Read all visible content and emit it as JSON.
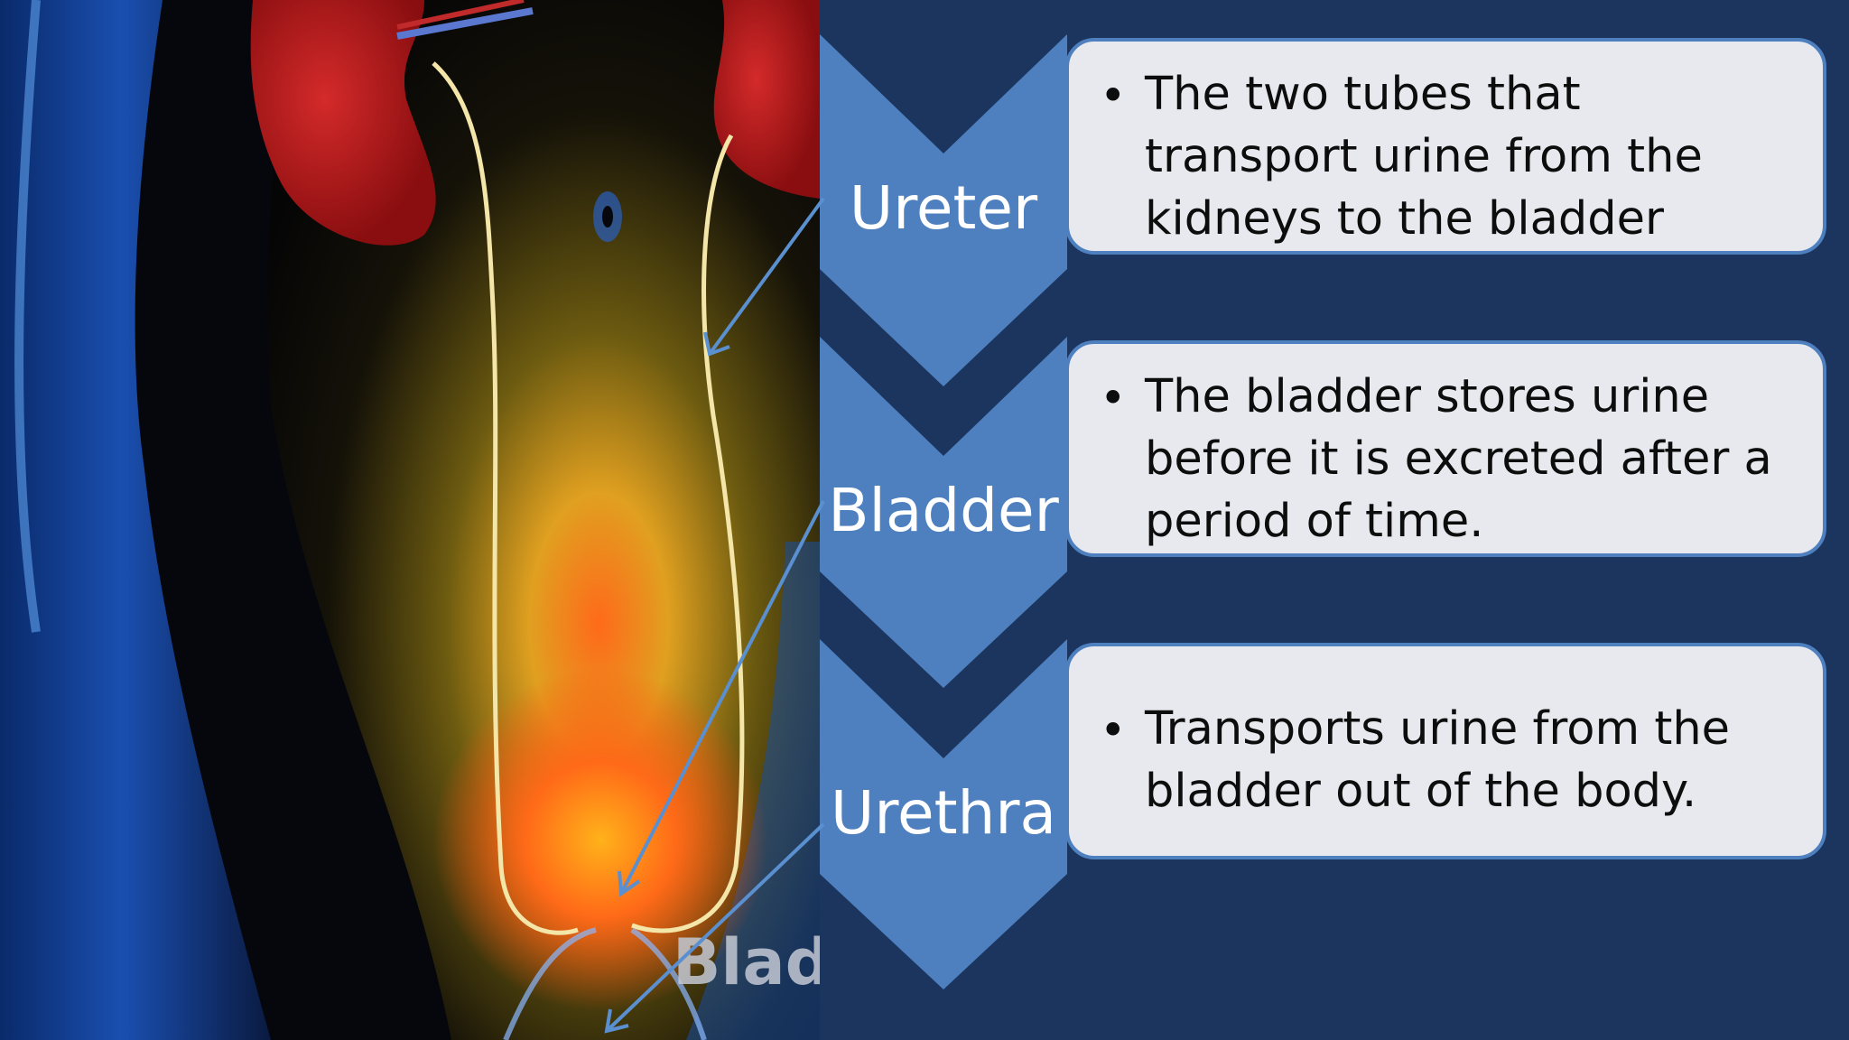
{
  "photo": {
    "caption": "Bladd"
  },
  "rows": [
    {
      "label": "Ureter",
      "text": "The two tubes that transport urine from the kidneys to the bladder"
    },
    {
      "label": "Bladder",
      "text": "The bladder stores urine before it is excreted after a period of time."
    },
    {
      "label": "Urethra",
      "text": "Transports urine from the bladder out of the body."
    }
  ],
  "colors": {
    "background": "#1b355e",
    "chevron": "#4e80c0",
    "box_fill": "#e8e9ee",
    "box_border": "#4e80c0",
    "label_text": "#ffffff",
    "box_text": "#0d0d0d"
  }
}
